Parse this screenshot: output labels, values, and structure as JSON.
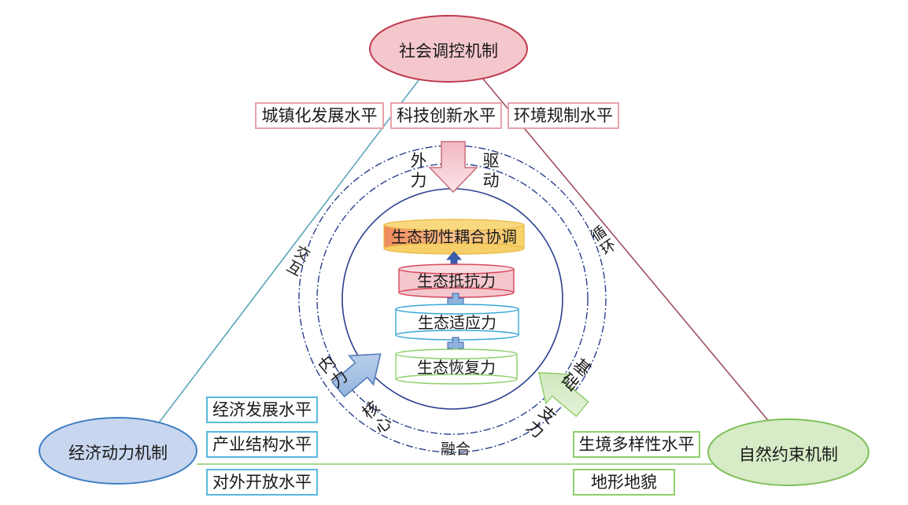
{
  "mechanisms": {
    "social": "社会调控机制",
    "economic": "经济动力机制",
    "natural": "自然约束机制"
  },
  "social_indicators": [
    "城镇化发展水平",
    "科技创新水平",
    "环境规制水平"
  ],
  "economic_indicators": [
    "经济发展水平",
    "产业结构水平",
    "对外开放水平"
  ],
  "natural_indicators": [
    "生境多样性水平",
    "地形地貌"
  ],
  "edge_labels": {
    "left": "交互",
    "right": "循环",
    "bottom": "融合"
  },
  "forces": {
    "external_a": "外力",
    "external_b": "驱动",
    "internal_a": "内力",
    "internal_b": "核心",
    "support_a": "基础",
    "support_b": "支力"
  },
  "core_layers": {
    "top": "生态韧性耦合协调",
    "resistance": "生态抵抗力",
    "adaptability": "生态适应力",
    "recovery": "生态恢复力"
  },
  "colors": {
    "social": "#f4c7cd",
    "economic": "#c9d6ef",
    "natural": "#d6ebc6",
    "outline": "#c0394d",
    "circle": "#2a3f8f",
    "arrow_blue": "#3a5fb0"
  }
}
